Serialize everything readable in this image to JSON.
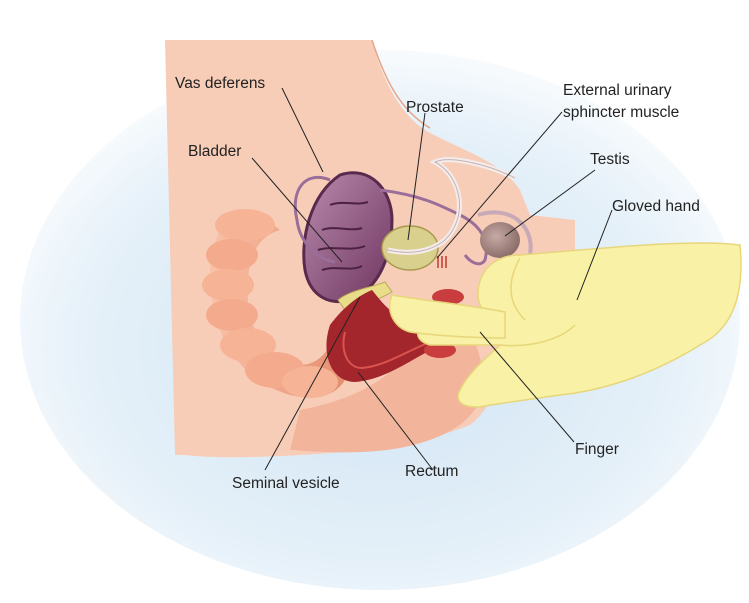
{
  "labels": {
    "vas_deferens": "Vas deferens",
    "prostate": "Prostate",
    "external_urinary_line1": "External urinary",
    "external_urinary_line2": "sphincter muscle",
    "bladder": "Bladder",
    "testis": "Testis",
    "gloved_hand": "Gloved hand",
    "finger": "Finger",
    "seminal_vesicle": "Seminal vesicle",
    "rectum": "Rectum"
  },
  "colors": {
    "background_glow": "#d8e9f6",
    "skin": "#f6c9b4",
    "skin_dark": "#e9a98f",
    "colon": "#f3a98c",
    "bladder": "#8a4a78",
    "prostate": "#d8cf8c",
    "rectum": "#a3262c",
    "glove": "#f7f0a6",
    "testis": "#a48a86"
  }
}
